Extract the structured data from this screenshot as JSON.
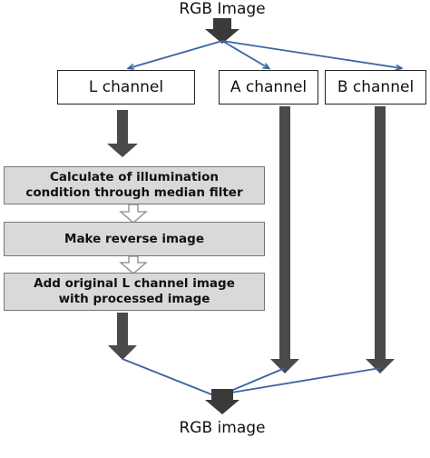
{
  "input_label": "RGB Image",
  "output_label": "RGB image",
  "channels": {
    "l": "L channel",
    "a": "A channel",
    "b": "B channel"
  },
  "steps": [
    {
      "line1": "Calculate of illumination",
      "line2": "condition through median filter"
    },
    {
      "line1": "Make reverse image",
      "line2": ""
    },
    {
      "line1": "Add original L channel image",
      "line2": "with processed image"
    }
  ]
}
